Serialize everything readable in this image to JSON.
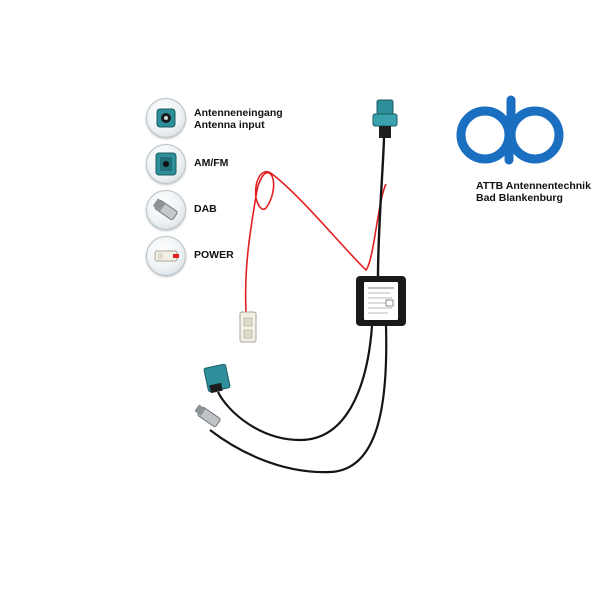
{
  "legend": {
    "items": [
      {
        "line1": "Antenneneingang",
        "line2": "Antenna input",
        "icon": "fakra-input-icon"
      },
      {
        "line1": "AM/FM",
        "line2": "",
        "icon": "am-fm-connector-icon"
      },
      {
        "line1": "DAB",
        "line2": "",
        "icon": "dab-connector-icon"
      },
      {
        "line1": "POWER",
        "line2": "",
        "icon": "power-connector-icon"
      }
    ]
  },
  "brand": {
    "line1": "ATTB Antennentechnik",
    "line2": "Bad Blankenburg",
    "color": "#1a6fc0"
  },
  "colors": {
    "fakra_teal": "#2e8f9a",
    "cable_black": "#151515",
    "cable_red": "#e02020",
    "connector_white": "#f2f0e6"
  }
}
